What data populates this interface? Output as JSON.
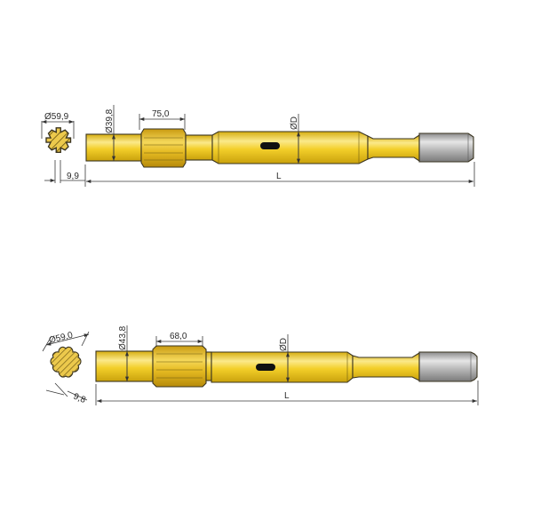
{
  "drawings": [
    {
      "id": "shank-top",
      "cross_section": {
        "diameter_label": "Ø59,9",
        "spline_width_label": "9,9"
      },
      "shank_diameter_label": "Ø39,8",
      "spline_length_label": "75,0",
      "body_diameter_label": "ØD",
      "overall_length_label": "L"
    },
    {
      "id": "shank-bottom",
      "cross_section": {
        "diameter_label": "Ø59,0",
        "spline_width_label": "9,8"
      },
      "shank_diameter_label": "Ø43,8",
      "spline_length_label": "68,0",
      "body_diameter_label": "ØD",
      "overall_length_label": "L"
    }
  ],
  "colors": {
    "body_yellow": "#f2cc1a",
    "body_highlight": "#fbe98a",
    "body_shadow": "#c9a10c",
    "spline_yellow": "#e3b81a",
    "tip_grey": "#a8a8a8",
    "tip_highlight": "#e2e2e2",
    "section_fill": "#e9c64a",
    "outline": "#3a3420"
  }
}
